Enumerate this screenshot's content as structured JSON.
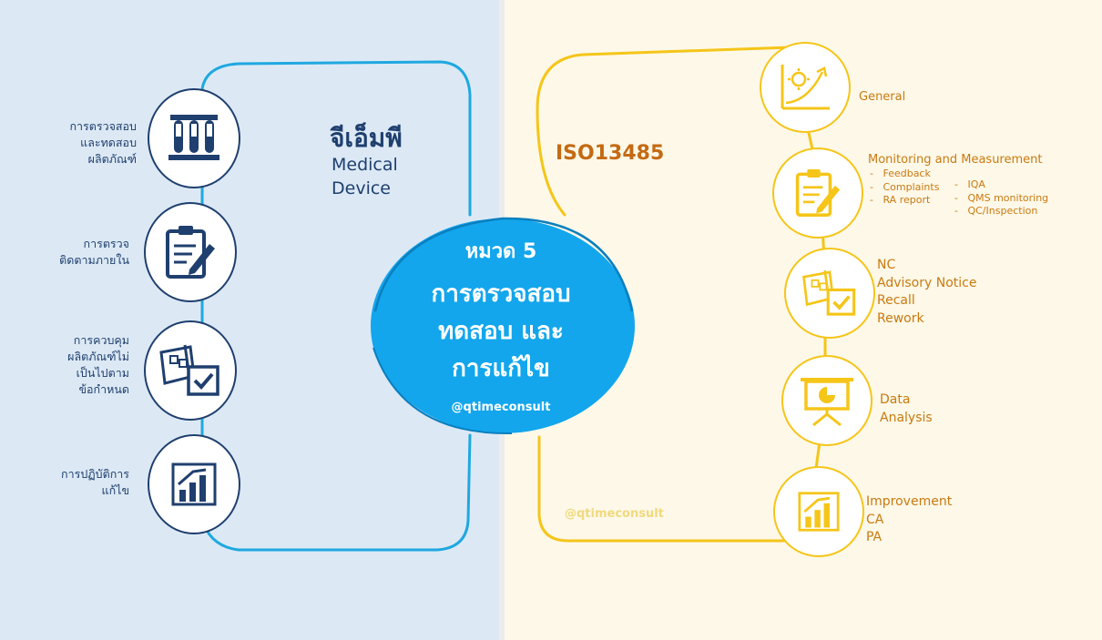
{
  "center": {
    "chapter": "หมวด 5",
    "title_lines": [
      "การตรวจสอบ",
      "ทดสอบ และ",
      "การแก้ไข"
    ],
    "handle": "@qtimeconsult"
  },
  "left": {
    "title_th": "จีเอ็มพี",
    "title_en_lines": [
      "Medical",
      "Device"
    ],
    "items": [
      {
        "lines": [
          "การตรวจสอบ",
          "และทดสอบ",
          "ผลิตภัณฑ์"
        ],
        "icon": "test-tubes-icon"
      },
      {
        "lines": [
          "การตรวจ",
          "ติดตามภายใน"
        ],
        "icon": "clipboard-pen-icon"
      },
      {
        "lines": [
          "การควบคุม",
          "ผลิตภัณฑ์ไม่",
          "เป็นไปตาม",
          "ข้อกำหนด"
        ],
        "icon": "blueprint-check-icon"
      },
      {
        "lines": [
          "การปฏิบัติการ",
          "แก้ไข"
        ],
        "icon": "bar-chart-up-icon"
      }
    ]
  },
  "right": {
    "title": "ISO13485",
    "watermark": "@qtimeconsult",
    "items": [
      {
        "title": "General",
        "icon": "growth-chart-icon"
      },
      {
        "title": "Monitoring and Measurement",
        "icon": "clipboard-pen-icon",
        "list_a": [
          "Feedback",
          "Complaints",
          "RA report"
        ],
        "list_b": [
          "IQA",
          "QMS monitoring",
          "QC/Inspection"
        ]
      },
      {
        "lines": [
          "NC",
          "Advisory Notice",
          "Recall",
          "Rework"
        ],
        "icon": "blueprint-check-icon"
      },
      {
        "lines": [
          "Data",
          "Analysis"
        ],
        "icon": "presentation-board-icon"
      },
      {
        "lines": [
          "Improvement",
          "CA",
          "PA"
        ],
        "icon": "bar-chart-up-icon"
      }
    ]
  },
  "colors": {
    "left_bg": "#dce9f5",
    "right_bg": "#fdf8e8",
    "navy": "#1f3f6e",
    "cyan": "#1aa3e8",
    "yellow": "#f5c518",
    "orange": "#c97a10"
  }
}
